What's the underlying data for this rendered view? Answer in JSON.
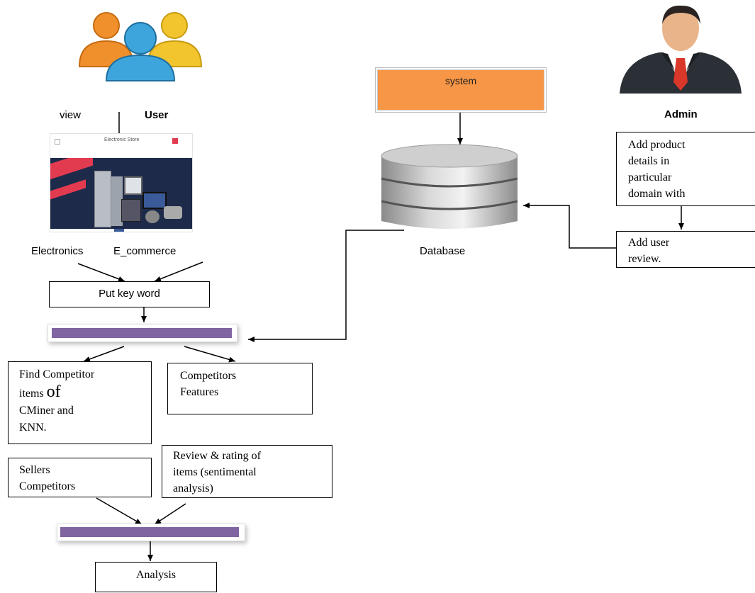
{
  "labels": {
    "view": "view",
    "user": "User",
    "admin": "Admin",
    "system": "system",
    "database": "Database",
    "electronics": "Electronics",
    "e_commerce": "E_commerce",
    "put_keyword": "Put key word",
    "add_product": [
      "Add product",
      "details in",
      "particular",
      "domain with"
    ],
    "add_review": [
      "Add user",
      "review."
    ],
    "find_competitor": [
      "Find Competitor",
      "items",
      "of",
      "CMiner and",
      "KNN."
    ],
    "competitor_features": [
      "Competitors",
      "Features"
    ],
    "sellers_competitors": [
      "Sellers",
      "Competitors"
    ],
    "review_rating": [
      "Review & rating of",
      "items (sentimental",
      "analysis)"
    ],
    "analysis": "Analysis"
  },
  "store_screenshot": {
    "title": "Electronic Store"
  },
  "colors": {
    "system_box": "#f79646",
    "bar": "#8064a2",
    "user_orange": "#f0902c",
    "user_blue": "#3ea5dc",
    "user_yellow": "#f2c52f"
  }
}
